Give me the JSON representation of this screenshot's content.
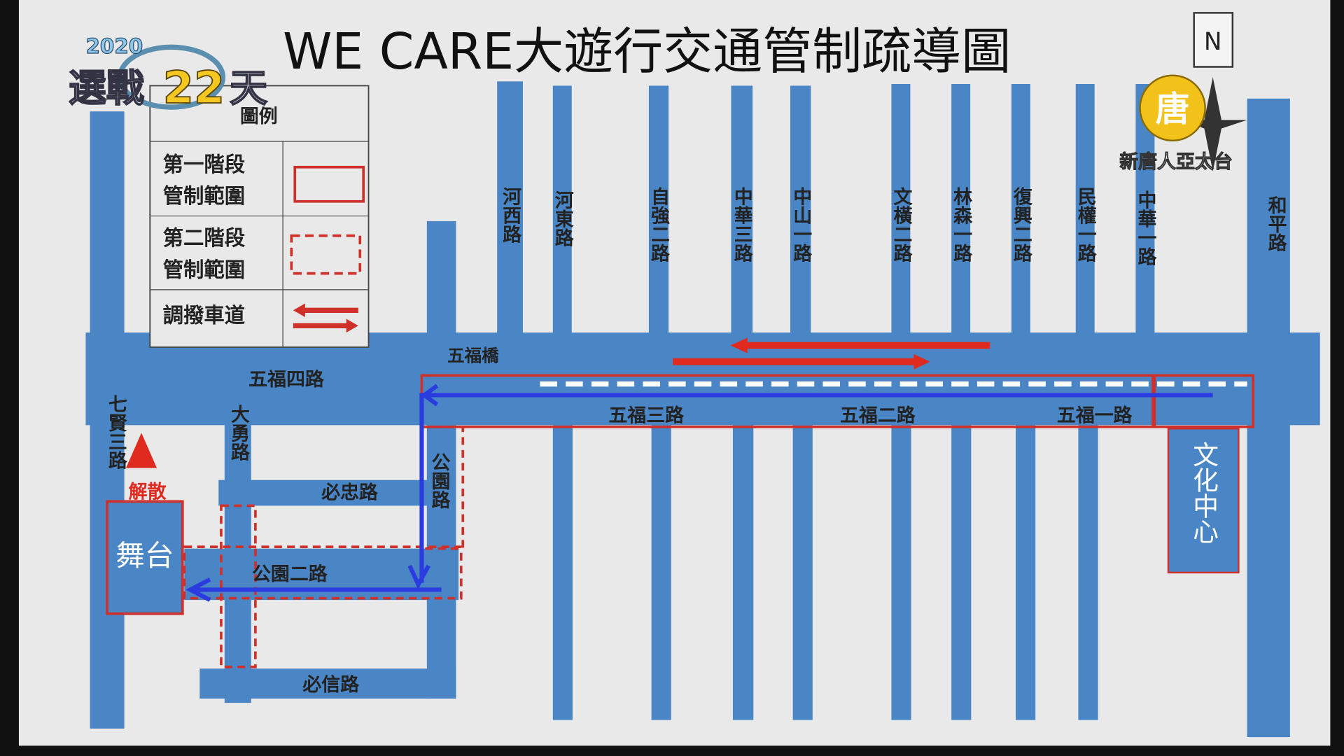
{
  "title": "WE CARE大遊行交通管制疏導圖",
  "overlay": {
    "year": "2020",
    "show_title": "選戰",
    "days": "22",
    "days_suffix": "天",
    "channel": "新唐人亞太台"
  },
  "compass": {
    "north_label": "N"
  },
  "legend": {
    "heading": "圖例",
    "items": [
      {
        "label1": "第一階段",
        "label2": "管制範圍",
        "symbol": "solid-red-box"
      },
      {
        "label1": "第二階段",
        "label2": "管制範圍",
        "symbol": "dashed-red-box"
      },
      {
        "label1": "調撥車道",
        "label2": "",
        "symbol": "red-double-arrow"
      }
    ]
  },
  "streets_vertical": [
    "河西路",
    "河東路",
    "自強二路",
    "中華三路",
    "中山一路",
    "文橫二路",
    "林森一路",
    "復興二路",
    "民權一路",
    "中華一路",
    "和平路",
    "七賢三路",
    "大勇路",
    "公園路"
  ],
  "streets_horizontal": [
    "五福橋",
    "五福四路",
    "五福三路",
    "五福二路",
    "五福一路",
    "必忠路",
    "公園二路",
    "必信路"
  ],
  "places": {
    "stage": "舞台",
    "dispersal": "解散",
    "culture_center": "文化中心"
  },
  "colors": {
    "road": "#4a86c5",
    "control": "#d0302a",
    "route": "#2a3be0",
    "background": "#e9e9e9"
  }
}
